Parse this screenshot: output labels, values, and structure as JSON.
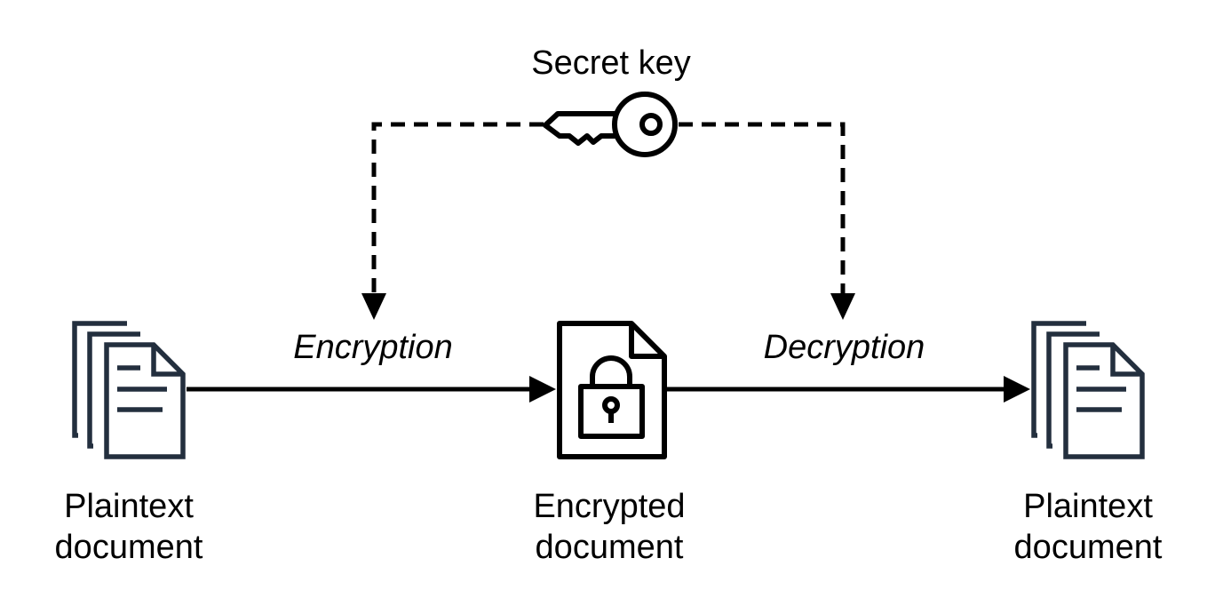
{
  "key": {
    "label": "Secret key"
  },
  "edges": {
    "encryption": "Encryption",
    "decryption": "Decryption"
  },
  "nodes": {
    "plaintext_left": {
      "line1": "Plaintext",
      "line2": "document"
    },
    "encrypted": {
      "line1": "Encrypted",
      "line2": "document"
    },
    "plaintext_right": {
      "line1": "Plaintext",
      "line2": "document"
    }
  },
  "colors": {
    "icon_stroke": "#232f3e",
    "line": "#000000"
  }
}
